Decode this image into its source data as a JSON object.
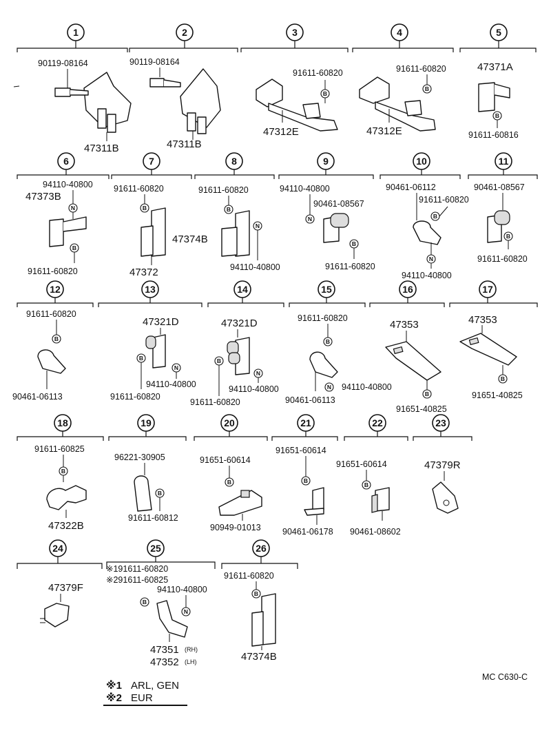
{
  "groups": [
    {
      "num": "1",
      "labels": [
        "90119-08164",
        "47311B"
      ]
    },
    {
      "num": "2",
      "labels": [
        "90119-08164",
        "47311B"
      ]
    },
    {
      "num": "3",
      "labels": [
        "91611-60820",
        "47312E"
      ]
    },
    {
      "num": "4",
      "labels": [
        "91611-60820",
        "47312E"
      ]
    },
    {
      "num": "5",
      "labels": [
        "47371A",
        "91611-60816"
      ]
    },
    {
      "num": "6",
      "labels": [
        "94110-40800",
        "47373B",
        "91611-60820"
      ]
    },
    {
      "num": "7",
      "labels": [
        "91611-60820",
        "47372"
      ]
    },
    {
      "num": "8",
      "labels": [
        "91611-60820",
        "47374B",
        "94110-40800"
      ]
    },
    {
      "num": "9",
      "labels": [
        "94110-40800",
        "90461-08567",
        "91611-60820"
      ]
    },
    {
      "num": "10",
      "labels": [
        "90461-06112",
        "91611-60820",
        "94110-40800"
      ]
    },
    {
      "num": "11",
      "labels": [
        "90461-08567",
        "91611-60820"
      ]
    },
    {
      "num": "12",
      "labels": [
        "91611-60820",
        "90461-06113"
      ]
    },
    {
      "num": "13",
      "labels": [
        "47321D",
        "94110-40800",
        "91611-60820"
      ]
    },
    {
      "num": "14",
      "labels": [
        "47321D",
        "94110-40800",
        "91611-60820"
      ]
    },
    {
      "num": "15",
      "labels": [
        "91611-60820",
        "94110-40800",
        "90461-06113"
      ]
    },
    {
      "num": "16",
      "labels": [
        "47353",
        "91651-40825"
      ]
    },
    {
      "num": "17",
      "labels": [
        "47353",
        "91651-40825"
      ]
    },
    {
      "num": "18",
      "labels": [
        "91611-60825",
        "47322B"
      ]
    },
    {
      "num": "19",
      "labels": [
        "96221-30905",
        "91611-60812"
      ]
    },
    {
      "num": "20",
      "labels": [
        "91651-60614",
        "90949-01013"
      ]
    },
    {
      "num": "21",
      "labels": [
        "91651-60614",
        "90461-06178"
      ]
    },
    {
      "num": "22",
      "labels": [
        "91651-60614",
        "90461-08602"
      ]
    },
    {
      "num": "23",
      "labels": [
        "47379R"
      ]
    },
    {
      "num": "24",
      "labels": [
        "47379F"
      ]
    },
    {
      "num": "25",
      "labels": [
        "※191611-60820",
        "※291611-60825",
        "94110-40800",
        "47351",
        "(RH)",
        "47352",
        "(LH)"
      ]
    },
    {
      "num": "26",
      "labels": [
        "91611-60820",
        "47374B"
      ]
    }
  ],
  "badges": {
    "bolt": "B",
    "nut": "N"
  },
  "legend": {
    "mark1": "※1",
    "text1": "ARL, GEN",
    "mark2": "※2",
    "text2": "EUR"
  },
  "code": "MC  C630-C"
}
